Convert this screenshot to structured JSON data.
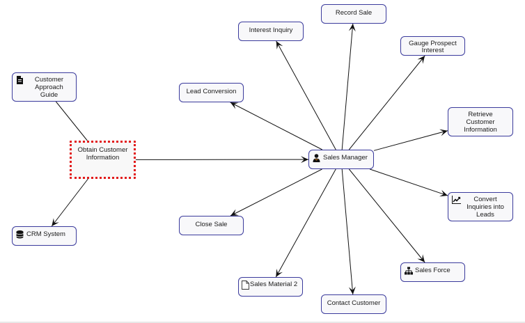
{
  "diagram": {
    "colors": {
      "node_border": "#3a3a9c",
      "node_fill": "#f8f8fa",
      "selected_border": "#e21b1b",
      "edge": "#111111"
    },
    "nodes": {
      "customer_approach_guide": {
        "label": "Customer\nApproach\nGuide",
        "icon": "document-filled-icon"
      },
      "obtain_customer_information": {
        "label": "Obtain Customer\nInformation",
        "selected": true
      },
      "crm_system": {
        "label": "CRM System",
        "icon": "database-icon"
      },
      "sales_manager": {
        "label": "Sales Manager",
        "icon": "user-icon"
      },
      "interest_inquiry": {
        "label": "Interest Inquiry"
      },
      "record_sale": {
        "label": "Record Sale"
      },
      "gauge_prospect_interest": {
        "label": "Gauge Prospect\nInterest"
      },
      "lead_conversion": {
        "label": "Lead Conversion"
      },
      "retrieve_customer_information": {
        "label": "Retrieve\nCustomer\nInformation"
      },
      "convert_inquiries_into_leads": {
        "label": "Convert\nInquiries into\nLeads",
        "icon": "line-chart-icon"
      },
      "close_sale": {
        "label": "Close Sale"
      },
      "sales_material_2": {
        "label": "Sales Material 2",
        "icon": "document-outline-icon"
      },
      "sales_force": {
        "label": "Sales Force",
        "icon": "org-chart-icon"
      },
      "contact_customer": {
        "label": "Contact Customer"
      }
    },
    "edges": [
      {
        "from": "customer_approach_guide",
        "to": "obtain_customer_information",
        "arrow": false
      },
      {
        "from": "obtain_customer_information",
        "to": "crm_system",
        "arrow": true
      },
      {
        "from": "obtain_customer_information",
        "to": "sales_manager",
        "arrow": true
      },
      {
        "from": "sales_manager",
        "to": "interest_inquiry",
        "arrow": true
      },
      {
        "from": "sales_manager",
        "to": "record_sale",
        "arrow": true
      },
      {
        "from": "sales_manager",
        "to": "gauge_prospect_interest",
        "arrow": true
      },
      {
        "from": "sales_manager",
        "to": "lead_conversion",
        "arrow": true
      },
      {
        "from": "sales_manager",
        "to": "retrieve_customer_information",
        "arrow": true
      },
      {
        "from": "sales_manager",
        "to": "convert_inquiries_into_leads",
        "arrow": true
      },
      {
        "from": "sales_manager",
        "to": "close_sale",
        "arrow": true
      },
      {
        "from": "sales_manager",
        "to": "sales_material_2",
        "arrow": true
      },
      {
        "from": "sales_manager",
        "to": "contact_customer",
        "arrow": true
      },
      {
        "from": "sales_manager",
        "to": "sales_force",
        "arrow": true
      }
    ]
  }
}
